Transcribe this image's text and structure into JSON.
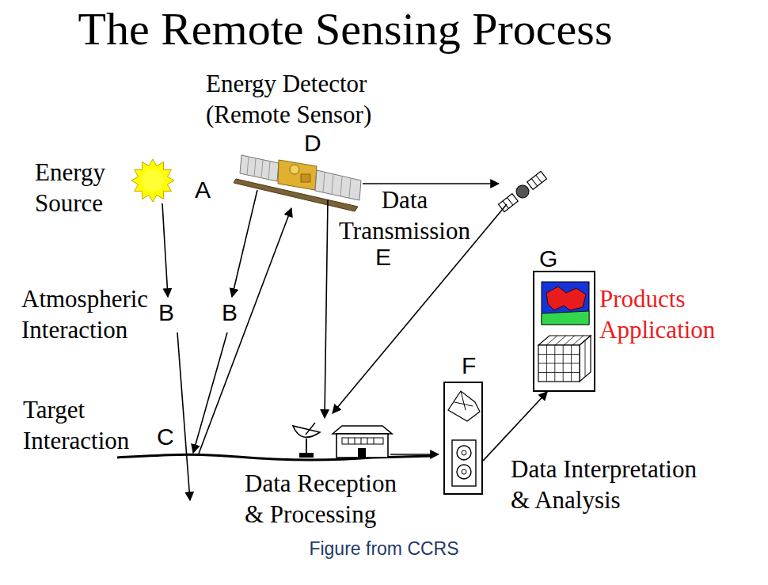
{
  "diagram": {
    "title": "The Remote Sensing Process",
    "caption": "Figure from CCRS",
    "nodes": [
      {
        "text": [
          "F"
        ]
      },
      {
        "text": [
          "G"
        ]
      }
    ],
    "edges": [
      {
        "from": 0,
        "to": 1,
        "arrow": "to"
      }
    ],
    "labels": [
      "Energy Detector (Remote Sensor)",
      "D",
      "Energy Source",
      "A",
      "Data Transmission",
      "E",
      "Atmospheric Interaction",
      "B",
      "B",
      "Target Interaction",
      "C",
      "Data Reception & Processing",
      "Products Application",
      "Data Interpretation & Analysis"
    ]
  }
}
